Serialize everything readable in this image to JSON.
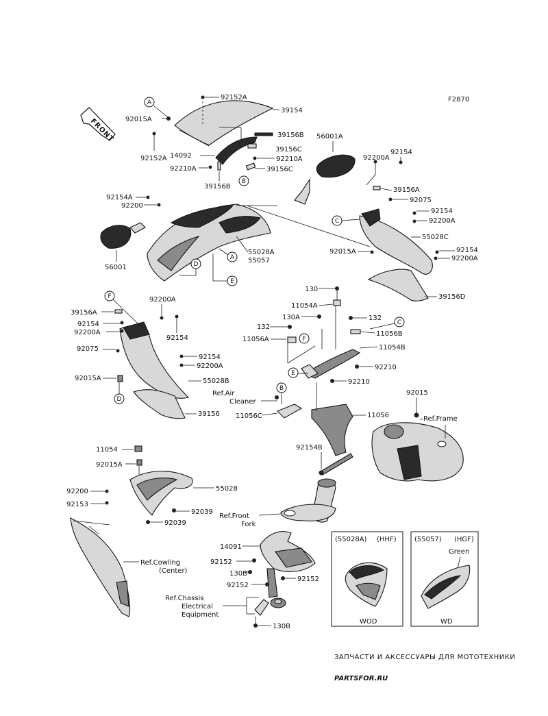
{
  "figure_code": "F2870",
  "front_label": "FRONT",
  "labels": {
    "l92152A_top": "92152A",
    "l39154": "39154",
    "l92015A_1": "92015A",
    "l39156B": "39156B",
    "l92152A_2": "92152A",
    "l14092": "14092",
    "l39156C_1": "39156C",
    "l92210A_1": "92210A",
    "l92210A_2": "92210A",
    "l39156C_2": "39156C",
    "l39156B_2": "39156B",
    "l56001A": "56001A",
    "l92154A": "92154A",
    "l92200_1": "92200",
    "l56001": "56001",
    "l55028A": "55028A",
    "l55057": "55057",
    "l92200A_1": "92200A",
    "l92154_1": "92154",
    "l39156A_1": "39156A",
    "l92075_1": "92075",
    "l92154_2": "92154",
    "l92200A_2": "92200A",
    "l55028C": "55028C",
    "l92015A_2": "92015A",
    "l92154_3": "92154",
    "l92200A_3": "92200A",
    "l39156D": "39156D",
    "l39156A_2": "39156A",
    "l92154_4": "92154",
    "l92200A_4": "92200A",
    "l92200A_5": "92200A",
    "l92154_5": "92154",
    "l92075_2": "92075",
    "l92154_6": "92154",
    "l92200A_6": "92200A",
    "l92015A_3": "92015A",
    "l55028B": "55028B",
    "l39156": "39156",
    "l130": "130",
    "l11054A": "11054A",
    "l130A": "130A",
    "l132_1": "132",
    "l132_2": "132",
    "l11056B": "11056B",
    "l11056A": "11056A",
    "l11054B": "11054B",
    "l92210": "92210",
    "l92210_b": "92210",
    "l11056C": "11056C",
    "l11056": "11056",
    "l92015": "92015",
    "l92154B": "92154B",
    "l11054": "11054",
    "l92015A_4": "92015A",
    "l55028": "55028",
    "l92200_2": "92200",
    "l92153": "92153",
    "l92039_1": "92039",
    "l92039_2": "92039",
    "l14091": "14091",
    "l92152_1": "92152",
    "l130B_1": "130B",
    "l92152_2": "92152",
    "l92152_3": "92152",
    "l130B_2": "130B"
  },
  "refs": {
    "air_cleaner_1": "Ref.Air",
    "air_cleaner_2": "Cleaner",
    "frame": "Ref.Frame",
    "front_fork_1": "Ref.Front",
    "front_fork_2": "Fork",
    "cowling_1": "Ref.Cowling",
    "cowling_2": "(Center)",
    "chassis_1": "Ref.Chassis",
    "chassis_2": "Electrical",
    "chassis_3": "Equipment"
  },
  "callouts": {
    "A": "A",
    "B": "B",
    "C": "C",
    "D": "D",
    "E": "E",
    "F": "F"
  },
  "inset_left": {
    "code": "(55028A)",
    "model": "(HHF)",
    "color": "WOD"
  },
  "inset_right": {
    "code": "(55057)",
    "model": "(HGF)",
    "color_name": "Green",
    "color": "WD"
  },
  "watermark": {
    "line1": "ЗАПЧАСТИ И АКСЕССУАРЫ ДЛЯ МОТОТЕХНИКИ",
    "line2": "PARTSFOR.RU"
  }
}
